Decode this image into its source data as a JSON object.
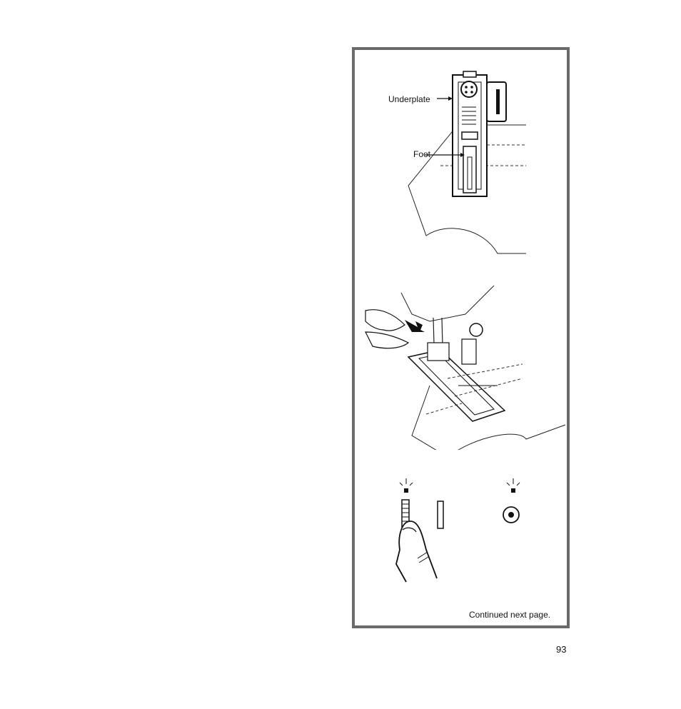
{
  "figure1": {
    "labels": {
      "underplate": "Underplate",
      "foot": "Foot"
    }
  },
  "footer": {
    "continued": "Continued next page."
  },
  "page": {
    "number": "93"
  }
}
